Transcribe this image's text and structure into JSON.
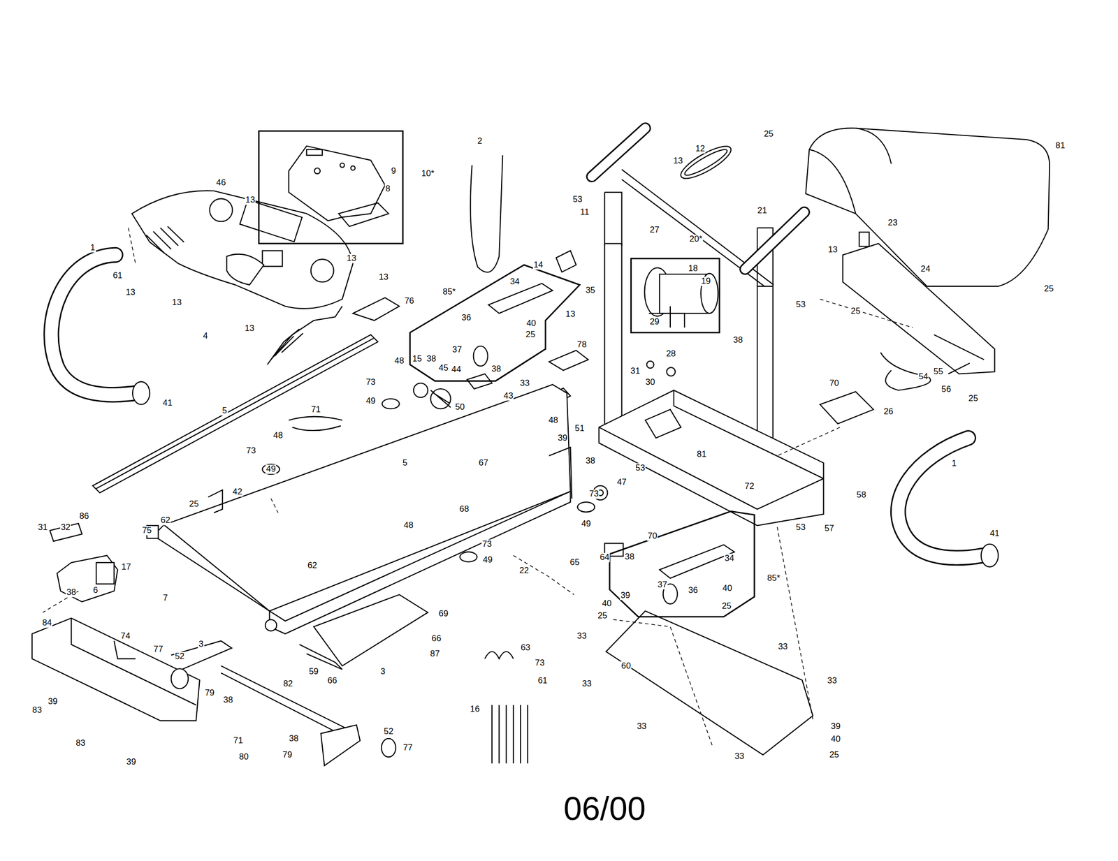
{
  "diagram": {
    "nodes": [
      {
        "text": [
          "10*",
          "9",
          "8"
        ]
      },
      {
        "text": [
          "20*",
          "18",
          "19",
          "29"
        ]
      },
      {
        "text": [
          "85*",
          "34",
          "36",
          "37",
          "38",
          "40",
          "25"
        ]
      },
      {
        "text": [
          "85*",
          "34",
          "36",
          "37",
          "38",
          "40",
          "25"
        ]
      }
    ],
    "labels": [
      "46",
      "1",
      "61",
      "13",
      "13",
      "13",
      "13",
      "13",
      "4",
      "41",
      "2",
      "76",
      "13",
      "5",
      "71",
      "48",
      "73",
      "49",
      "73",
      "49",
      "48",
      "15",
      "38",
      "45",
      "44",
      "33",
      "43",
      "50",
      "5",
      "67",
      "48",
      "39",
      "51",
      "38",
      "53",
      "73",
      "47",
      "49",
      "68",
      "42",
      "25",
      "62",
      "75",
      "7",
      "48",
      "73",
      "49",
      "62",
      "22",
      "65",
      "31",
      "32",
      "86",
      "17",
      "6",
      "38",
      "69",
      "66",
      "87",
      "84",
      "74",
      "77",
      "52",
      "3",
      "79",
      "38",
      "59",
      "66",
      "3",
      "82",
      "83",
      "39",
      "83",
      "39",
      "71",
      "80",
      "38",
      "79",
      "52",
      "77",
      "63",
      "73",
      "61",
      "16",
      "53",
      "11",
      "27",
      "13",
      "12",
      "38",
      "14",
      "35",
      "13",
      "78",
      "31",
      "30",
      "28",
      "21",
      "13",
      "53",
      "25",
      "23",
      "81",
      "24",
      "25",
      "25",
      "54",
      "55",
      "56",
      "25",
      "70",
      "26",
      "81",
      "72",
      "53",
      "57",
      "58",
      "1",
      "41",
      "64",
      "70",
      "39",
      "40",
      "25",
      "33",
      "33",
      "33",
      "33",
      "60",
      "33",
      "39",
      "40",
      "25",
      "33",
      "06/00"
    ]
  }
}
